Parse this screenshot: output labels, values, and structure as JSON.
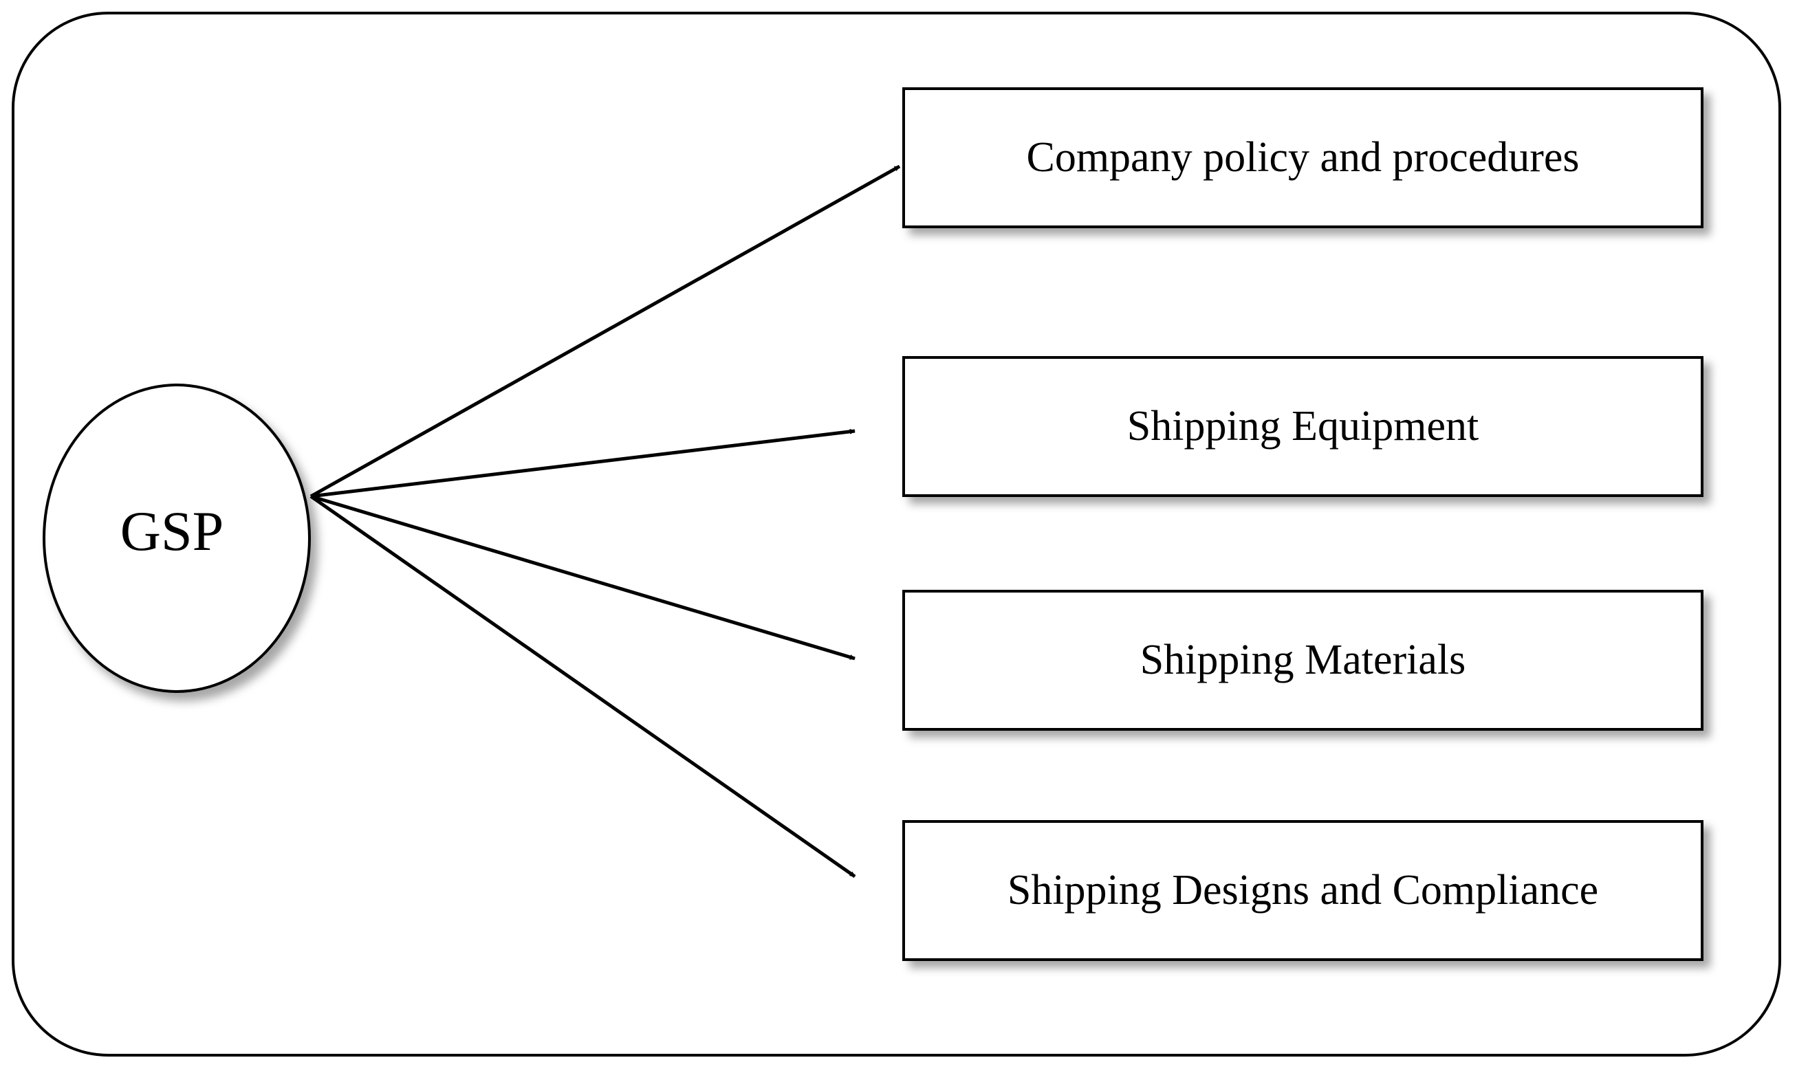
{
  "diagram": {
    "source": {
      "label": "GSP"
    },
    "targets": [
      {
        "label": "Company policy and procedures"
      },
      {
        "label": "Shipping Equipment"
      },
      {
        "label": "Shipping Materials"
      },
      {
        "label": "Shipping Designs and Compliance"
      }
    ],
    "edges": [
      {
        "from": "GSP",
        "to": "Company policy and procedures"
      },
      {
        "from": "GSP",
        "to": "Shipping Equipment"
      },
      {
        "from": "GSP",
        "to": "Shipping Materials"
      },
      {
        "from": "GSP",
        "to": "Shipping Designs and Compliance"
      }
    ],
    "colors": {
      "stroke": "#000000",
      "fill": "#ffffff"
    }
  }
}
